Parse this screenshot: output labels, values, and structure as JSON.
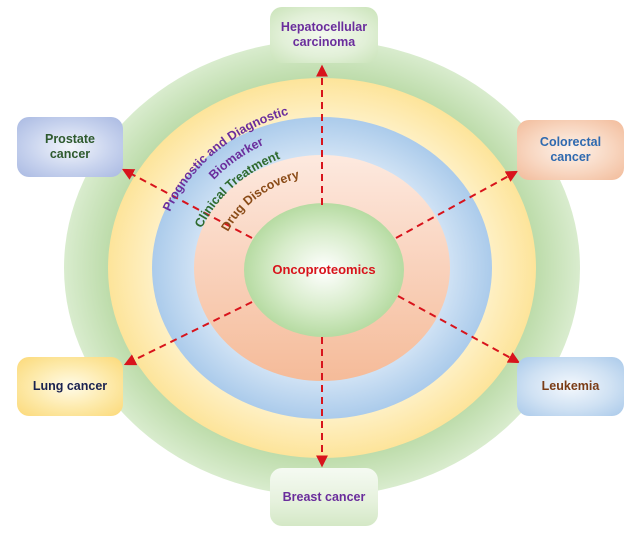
{
  "center": {
    "label": "Oncoproteomics",
    "color": "#d8141c"
  },
  "rings": [
    {
      "label": "Drug Discovery",
      "color": "#8a4b17"
    },
    {
      "label": "Clinical Treatment",
      "color": "#2e6a2e"
    },
    {
      "label_line1": "Prognostic and Diagnostic",
      "label_line2": "Biomarker",
      "color": "#6a2d9c"
    }
  ],
  "ring_fills": {
    "core": "#c4e2b4",
    "drug_discovery": "#f7c9ae",
    "clinical_treatment": "#b9d4ee",
    "biomarker": "#fde6a2",
    "outer": "#c7e2b9"
  },
  "arrow_color": "#d8141c",
  "cancers": [
    {
      "id": "hepatocellular",
      "label": "Hepatocellular\ncarcinoma",
      "text_color": "#6a2d9c"
    },
    {
      "id": "prostate",
      "label": "Prostate\ncancer",
      "text_color": "#2e5a2e"
    },
    {
      "id": "colorectal",
      "label": "Colorectal\ncancer",
      "text_color": "#2e6ab0"
    },
    {
      "id": "lung",
      "label": "Lung cancer",
      "text_color": "#1a2250"
    },
    {
      "id": "leukemia",
      "label": "Leukemia",
      "text_color": "#7a3c16"
    },
    {
      "id": "breast",
      "label": "Breast cancer",
      "text_color": "#6a2d9c"
    }
  ]
}
